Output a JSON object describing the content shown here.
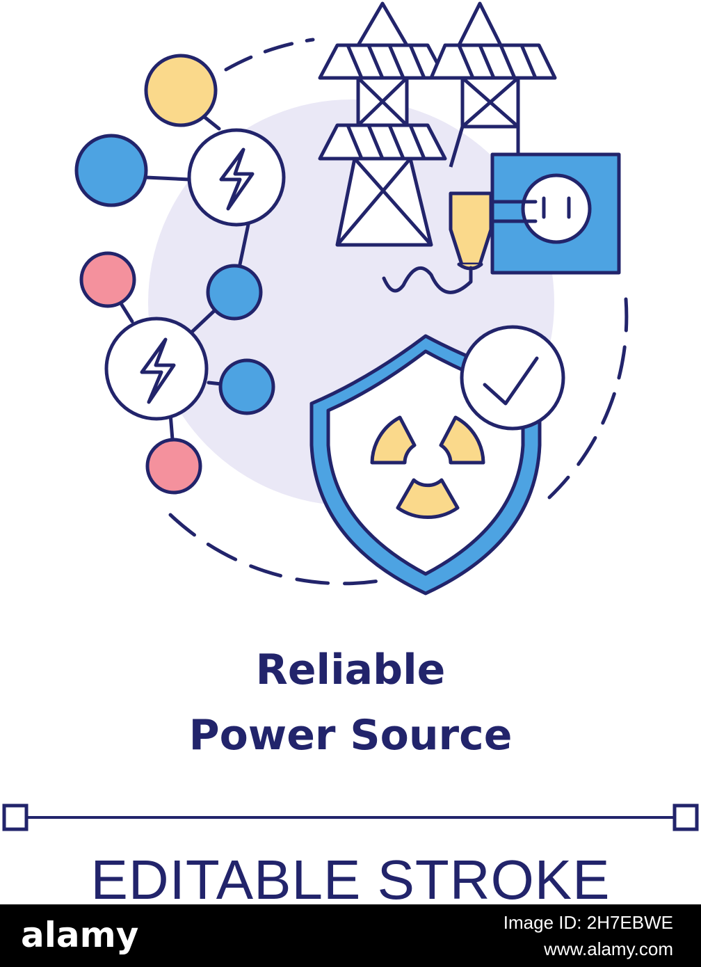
{
  "icon": {
    "title_line_1": "Reliable",
    "title_line_2": "Power Source",
    "caption": "EDITABLE STROKE"
  },
  "footer": {
    "brand": "alamy",
    "photo_id": "Image ID: 2H7EBWE",
    "site": "www.alamy.com"
  },
  "colors": {
    "outline": "#22246b",
    "blue": "#4da3e2",
    "yellow": "#fad98b",
    "pink": "#f4919d",
    "lavender": "#eae8f6",
    "footer_bg": "#000000"
  },
  "icons": [
    "network-icon",
    "lightning-icon",
    "power-tower-icon",
    "plug-icon",
    "socket-icon",
    "shield-icon",
    "radiation-icon",
    "checkmark-icon"
  ]
}
